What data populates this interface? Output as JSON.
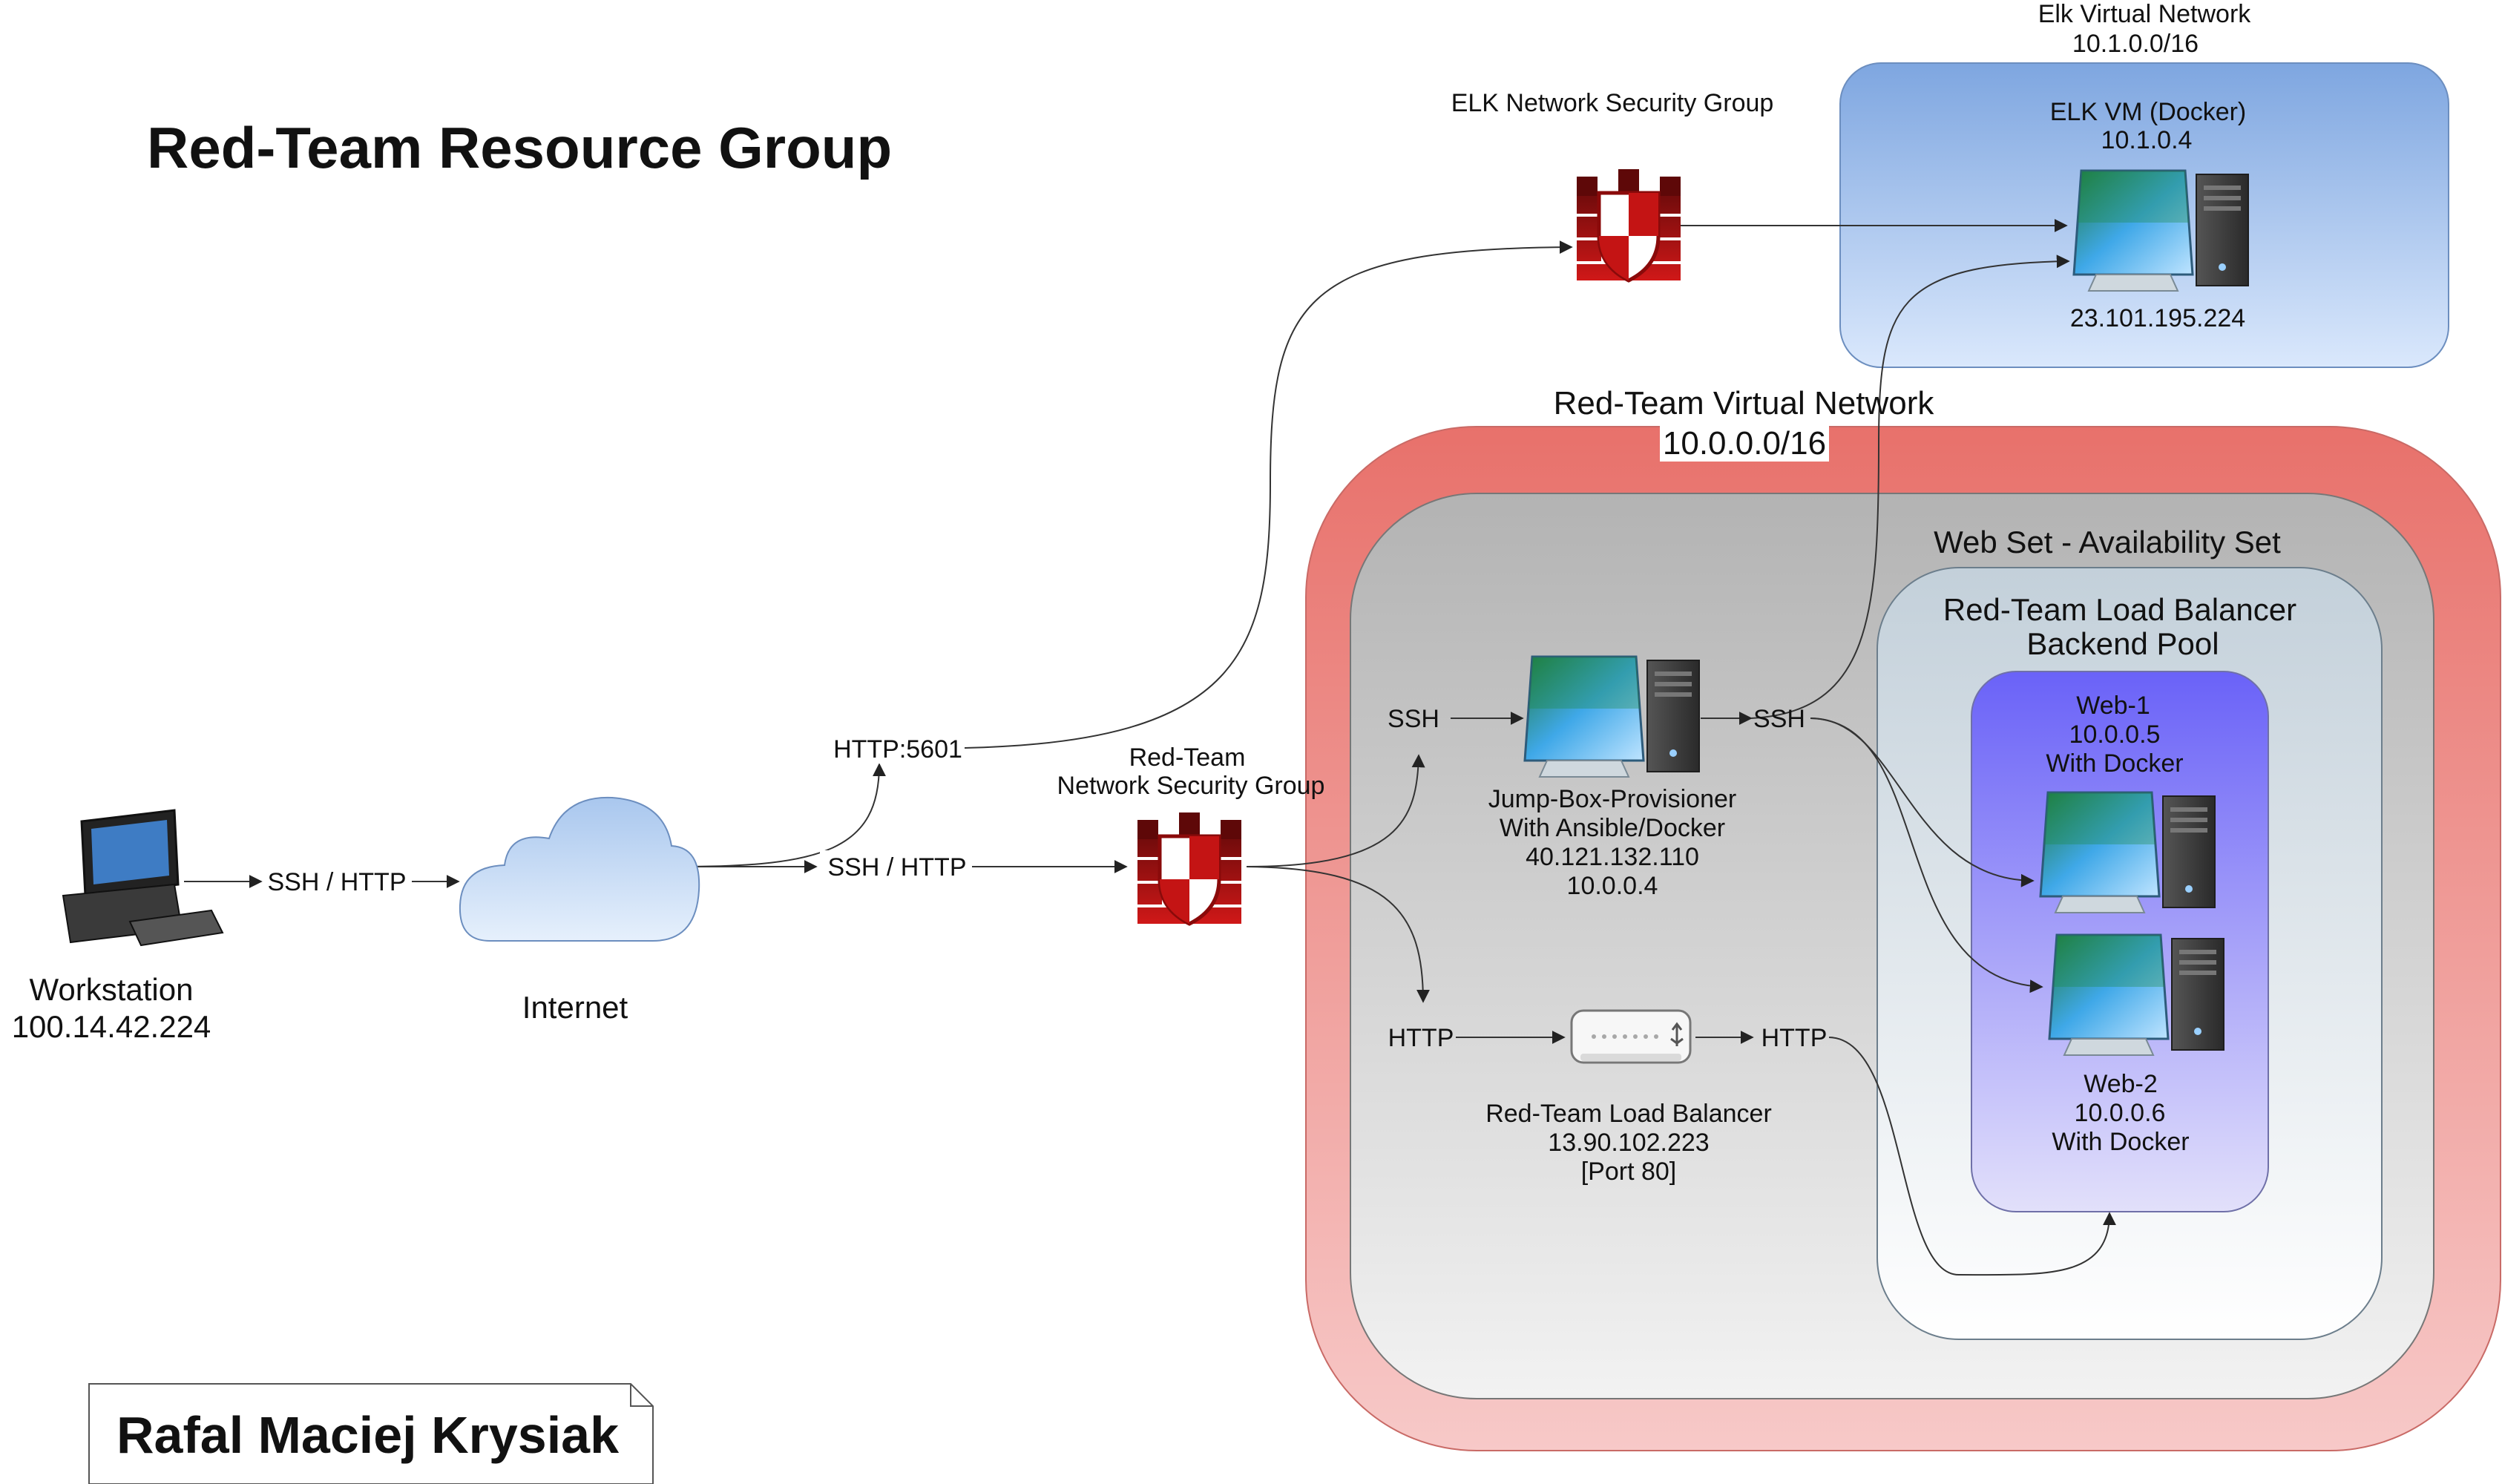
{
  "title": "Red-Team Resource Group",
  "author": "Rafal Maciej Krysiak",
  "workstation": {
    "label": "Workstation",
    "ip": "100.14.42.224"
  },
  "internet": {
    "label": "Internet"
  },
  "edges": {
    "workstation_to_internet": "SSH / HTTP",
    "internet_to_nsg": "SSH / HTTP",
    "http_5601": "HTTP:5601",
    "ssh_in": "SSH",
    "ssh_out": "SSH",
    "http_in": "HTTP",
    "http_out": "HTTP"
  },
  "red_nsg": {
    "line1": "Red-Team",
    "line2": "Network Security Group"
  },
  "elk_nsg": {
    "label": "ELK Network Security Group"
  },
  "elk_vnet": {
    "title": "Elk Virtual Network",
    "cidr": "10.1.0.0/16",
    "vm_name": "ELK VM (Docker)",
    "vm_ip": "10.1.0.4",
    "public_ip": "23.101.195.224"
  },
  "red_vnet": {
    "title": "Red-Team Virtual Network",
    "cidr": "10.0.0.0/16"
  },
  "web_set": {
    "title": "Web Set - Availability Set"
  },
  "backend_pool": {
    "line1": "Red-Team Load Balancer",
    "line2": "Backend Pool"
  },
  "jumpbox": {
    "name": "Jump-Box-Provisioner",
    "desc": "With Ansible/Docker",
    "public_ip": "40.121.132.110",
    "private_ip": "10.0.0.4"
  },
  "load_balancer": {
    "name": "Red-Team Load Balancer",
    "ip": "13.90.102.223",
    "port": "[Port 80]"
  },
  "web1": {
    "name": "Web-1",
    "ip": "10.0.0.5",
    "desc": "With Docker"
  },
  "web2": {
    "name": "Web-2",
    "ip": "10.0.0.6",
    "desc": "With Docker"
  },
  "colors": {
    "red_vnet_top": "#E8716B",
    "red_vnet_bottom": "#F7C9C8",
    "gray_top": "#B3B3B3",
    "gray_bottom": "#F2F2F2",
    "pool_top": "#C3D0DA",
    "pool_bottom": "#FFFFFF",
    "web_top": "#6A62F8",
    "web_bottom": "#E2E0FA",
    "elk_top": "#7EA6E0",
    "elk_bottom": "#DAE8FC",
    "firewall_red": "#B01010"
  }
}
